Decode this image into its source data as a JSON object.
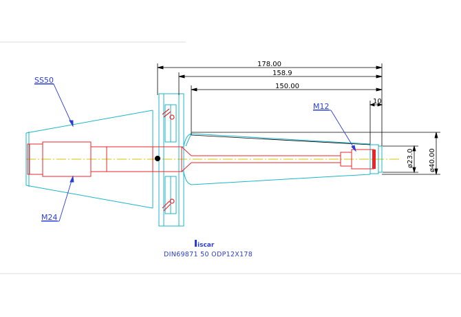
{
  "dimensions": {
    "overall_length": "178.00",
    "length_158": "158.9",
    "length_150": "150.00",
    "length_10": "10",
    "diameter_23": "ø23.0",
    "diameter_40": "ø40.00"
  },
  "callouts": {
    "taper": "SS50",
    "thread_rear": "M24",
    "thread_front": "M12"
  },
  "title_block": {
    "logo": "iscar",
    "designation": "DIN69871 50 ODP12X178"
  },
  "colors": {
    "cyan": "#19b6c8",
    "red": "#e8262a",
    "blue": "#2a3cd8",
    "yellow": "#d8c000",
    "black": "#000000",
    "frame": "#dcdcdc"
  }
}
